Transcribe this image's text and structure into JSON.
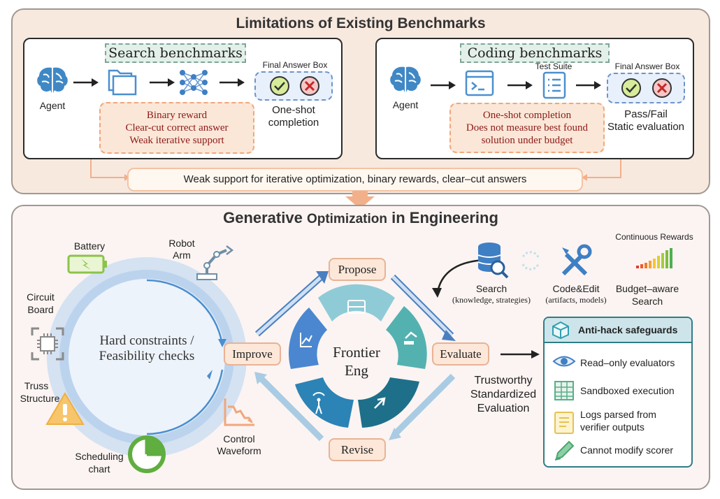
{
  "top": {
    "title": "Limitations of Existing Benchmarks",
    "search": {
      "title": "Search benchmarks",
      "agent_label": "Agent",
      "final_box_label": "Final Answer Box",
      "answer_label_1": "One-shot",
      "answer_label_2": "completion",
      "issues": [
        "Binary reward",
        "Clear-cut correct answer",
        "Weak iterative support"
      ]
    },
    "coding": {
      "title": "Coding benchmarks",
      "agent_label": "Agent",
      "test_suite_label": "Test Suite",
      "final_box_label": "Final Answer Box",
      "answer_label_1": "Pass/Fail",
      "answer_label_2": "Static evaluation",
      "issues": [
        "One-shot completion",
        "Does not measure best found",
        "solution under budget"
      ]
    },
    "summary": "Weak support for iterative optimization, binary rewards, clear–cut answers"
  },
  "bottom": {
    "title_part1": "Generative ",
    "title_part2": "Optimization",
    "title_part3": " in Engineering",
    "ring": {
      "text_line1": "Hard constraints /",
      "text_line2": "Feasibility checks",
      "battery": "Battery",
      "robot_1": "Robot",
      "robot_2": "Arm",
      "circuit_1": "Circuit",
      "circuit_2": "Board",
      "truss_1": "Truss",
      "truss_2": "Structure",
      "schedule_1": "Scheduling",
      "schedule_2": "chart",
      "control_1": "Control",
      "control_2": "Waveform"
    },
    "cycle": {
      "center_1": "Frontier",
      "center_2": "Eng",
      "propose": "Propose",
      "evaluate": "Evaluate",
      "revise": "Revise",
      "improve": "Improve"
    },
    "tools": {
      "search": "Search",
      "search_sub": "(knowledge, strategies)",
      "code": "Code&Edit",
      "code_sub": "(artifacts, models)",
      "rewards": "Continuous Rewards",
      "budget_1": "Budget–aware",
      "budget_2": "Search"
    },
    "trust": [
      "Trustworthy",
      "Standardized",
      "Evaluation"
    ],
    "safeguards": {
      "title": "Anti-hack safeguards",
      "items": [
        "Read–only evaluators",
        "Sandboxed execution",
        "Logs parsed from",
        "verifier outputs",
        "Cannot modify scorer"
      ]
    }
  },
  "colors": {
    "accent_orange": "#f2b08a",
    "teal_dark": "#2f7c87",
    "blue_ring": "#bcd3ee",
    "warn_red": "#8b1a1a"
  }
}
